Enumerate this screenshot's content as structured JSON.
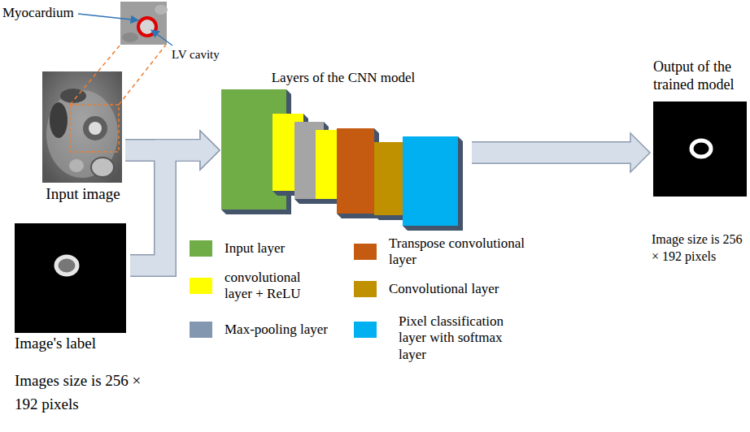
{
  "diagram": {
    "nodes": [
      {
        "text": [
          "Input image"
        ]
      },
      {
        "text": [
          "Image's label"
        ]
      },
      {
        "text": [
          "Layers of the CNN model"
        ]
      },
      {
        "text": [
          "Output of the trained model"
        ]
      }
    ],
    "edges": [
      {
        "from": 0,
        "to": 2,
        "arrow": "to"
      },
      {
        "from": 1,
        "to": 2,
        "arrow": "to"
      },
      {
        "from": 2,
        "to": 3,
        "arrow": "to"
      }
    ],
    "labels": [
      "Myocardium",
      "LV cavity",
      "Images size is 256 × 192 pixels",
      "Image size is 256 × 192 pixels"
    ],
    "legend": [
      {
        "text": "Input layer",
        "color": "#70ad47"
      },
      {
        "text": "convolutional layer + ReLU",
        "color": "#ffff00"
      },
      {
        "text": "Max-pooling layer",
        "color": "#8497b0"
      },
      {
        "text": "Transpose convolutional layer",
        "color": "#c55a11"
      },
      {
        "text": "Convolutional layer",
        "color": "#bf9000"
      },
      {
        "text": "Pixel classification layer with softmax layer",
        "color": "#00b0f0"
      }
    ]
  }
}
